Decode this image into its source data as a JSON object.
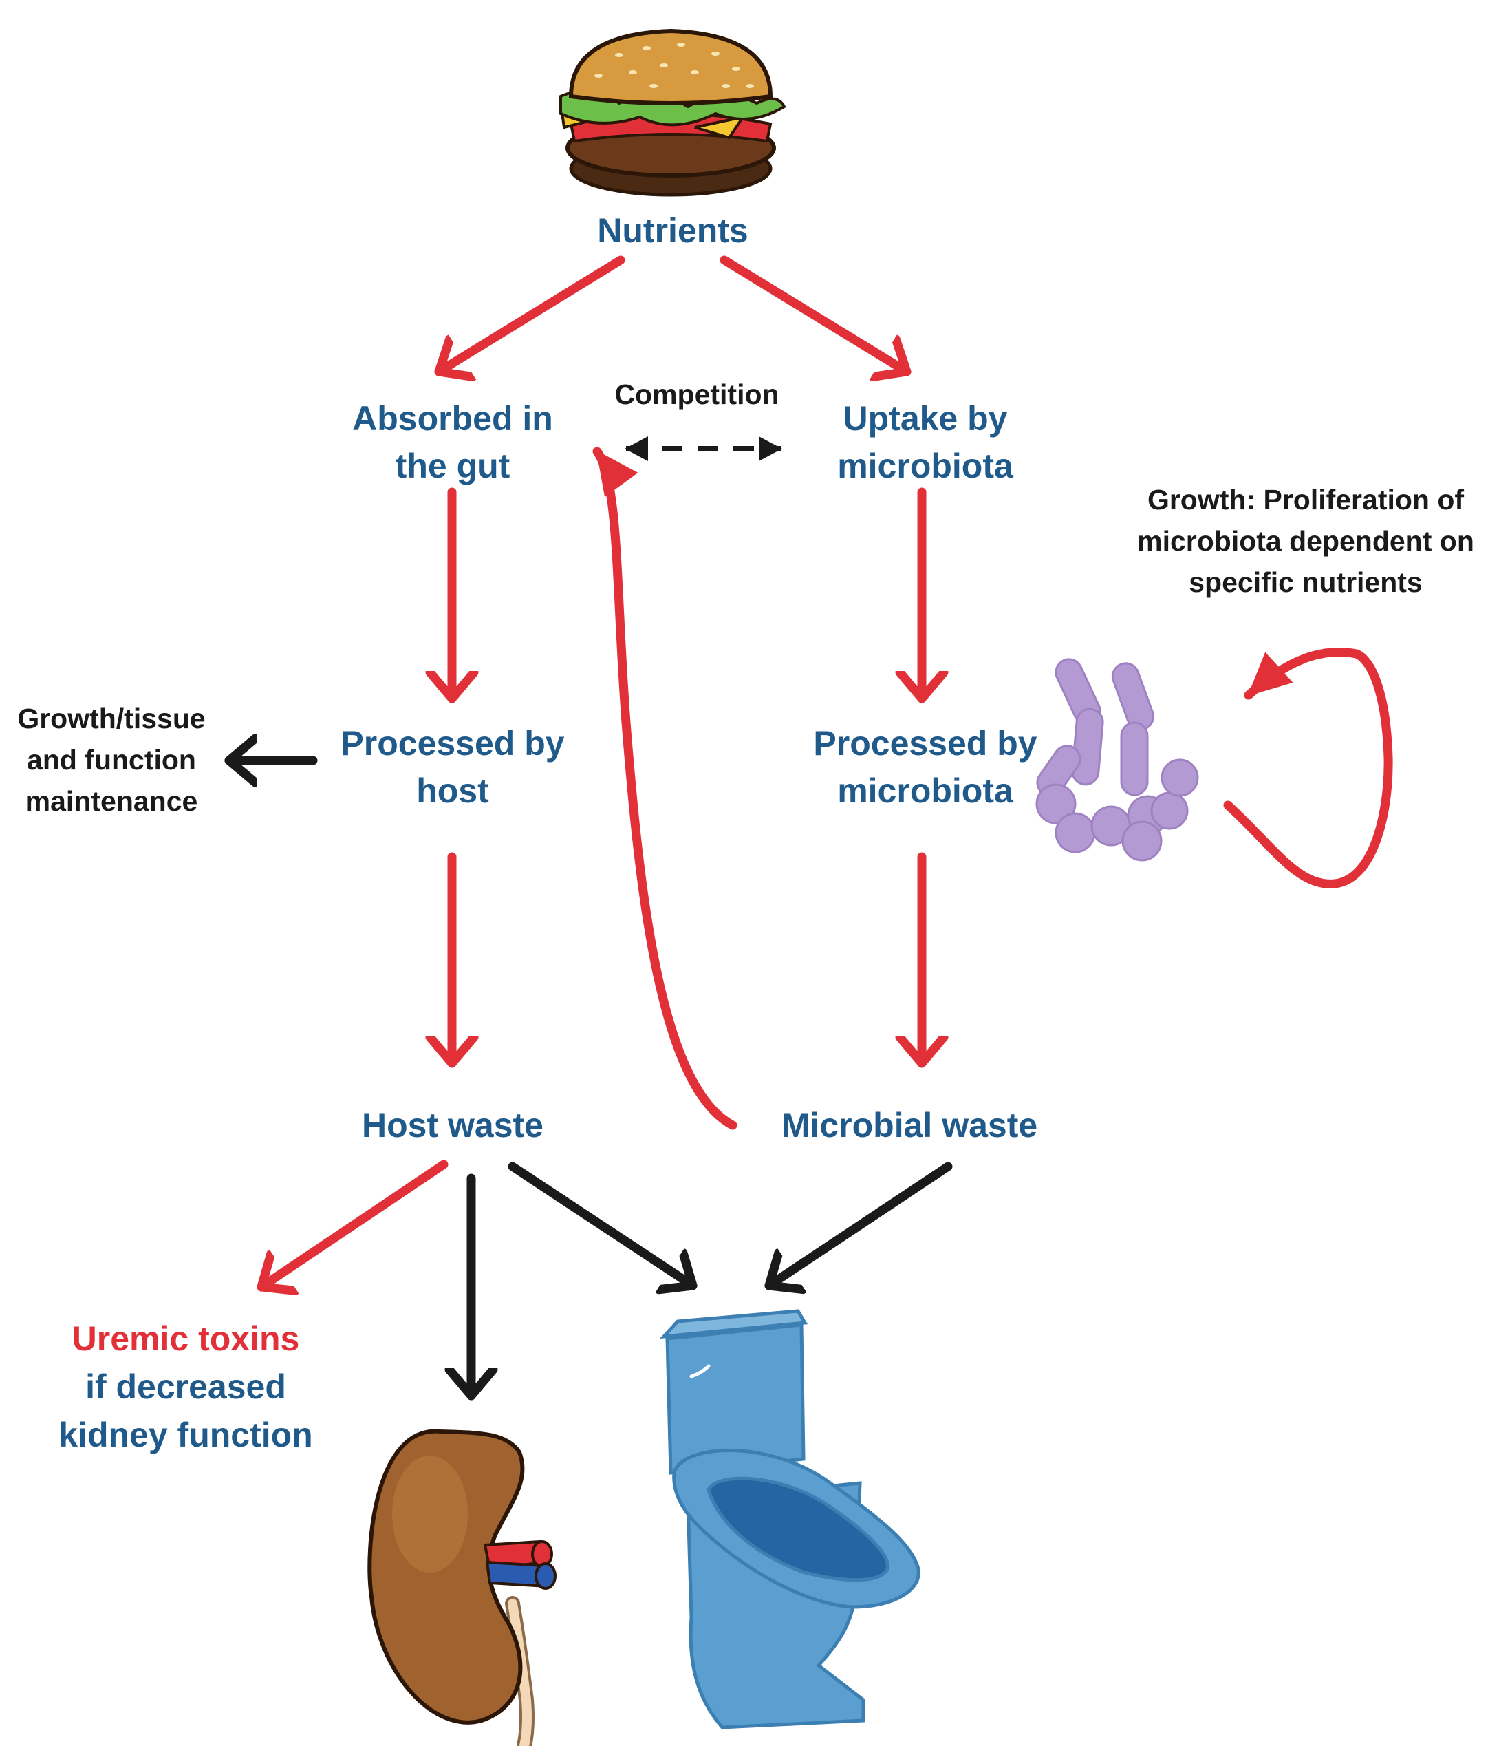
{
  "nodes": {
    "nutrients": "Nutrients",
    "absorbed_line1": "Absorbed in",
    "absorbed_line2": "the gut",
    "uptake_line1": "Uptake by",
    "uptake_line2": "microbiota",
    "processed_host_line1": "Processed by",
    "processed_host_line2": "host",
    "processed_micro_line1": "Processed by",
    "processed_micro_line2": "microbiota",
    "host_waste": "Host waste",
    "microbial_waste": "Microbial waste"
  },
  "annotations": {
    "competition": "Competition",
    "growth_line1": "Growth: Proliferation of",
    "growth_line2": "microbiota dependent on",
    "growth_line3": "specific nutrients",
    "maintenance_line1": "Growth/tissue",
    "maintenance_line2": "and function",
    "maintenance_line3": "maintenance",
    "uremic_line1": "Uremic toxins",
    "uremic_line2": "if decreased",
    "uremic_line3": "kidney function"
  },
  "icons": [
    "burger-icon",
    "bacteria-icon",
    "kidney-icon",
    "toilet-icon"
  ],
  "colors": {
    "node_text": "#1f5a8a",
    "annotation_text": "#1a1a1a",
    "highlight_text": "#e23038",
    "red_arrow": "#e23038",
    "black_arrow": "#1a1a1a",
    "bacteria": "#b49ad2",
    "toilet": "#5b9fd0",
    "kidney": "#a0622e"
  }
}
